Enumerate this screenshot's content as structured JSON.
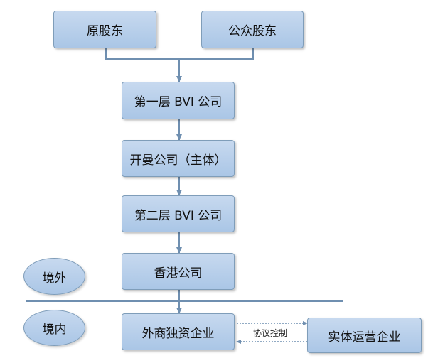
{
  "nodes": {
    "original_shareholders": "原股东",
    "public_shareholders": "公众股东",
    "bvi_layer1": "第一层 BVI 公司",
    "kaiman_company": "开曼公司（主体）",
    "bvi_layer2": "第二层 BVI 公司",
    "hongkong_company": "香港公司",
    "wfoe": "外商独资企业",
    "operating_entity": "实体运营企业"
  },
  "regions": {
    "offshore": "境外",
    "onshore": "境内"
  },
  "connector_label": "协议控制",
  "colors": {
    "box_fill_top": "#c7d9ef",
    "box_fill_bottom": "#aac6e6",
    "box_border": "#7f9db9",
    "line": "#6f8fb0"
  }
}
